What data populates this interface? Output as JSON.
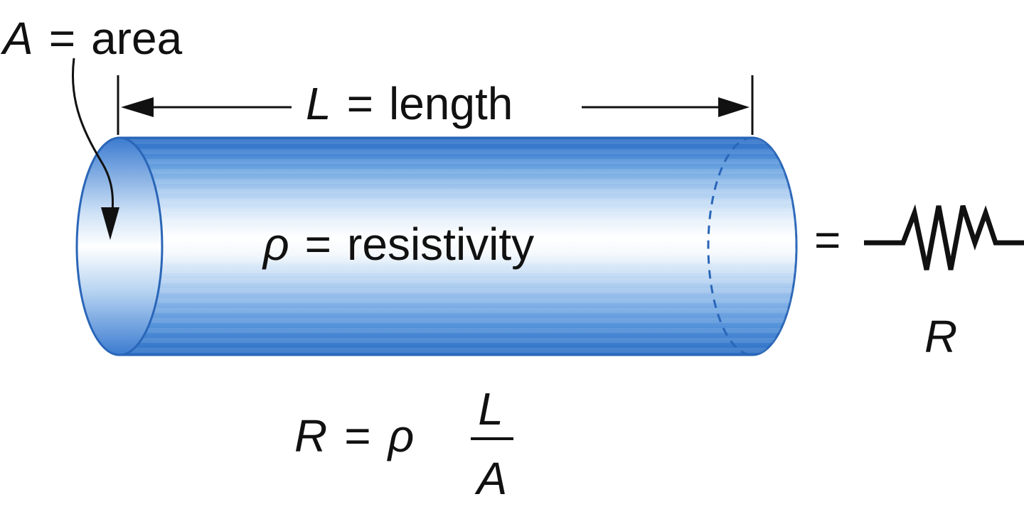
{
  "colors": {
    "cylinder_dark": "#2b6fc4",
    "cylinder_mid": "#5b98dc",
    "cylinder_light": "#ffffff",
    "outline": "#2a66b8",
    "text": "#111111"
  },
  "area_label": {
    "symbol": "A",
    "equals": "=",
    "word": "area"
  },
  "length_label": {
    "symbol": "L",
    "equals": "=",
    "word": "length"
  },
  "resistivity_label": {
    "symbol": "ρ",
    "equals": "=",
    "word": "resistivity"
  },
  "equivalence": {
    "equals": "="
  },
  "resistor": {
    "symbol": "R"
  },
  "formula": {
    "lhs": "R",
    "equals": "=",
    "rho": "ρ",
    "numerator": "L",
    "denominator": "A"
  }
}
